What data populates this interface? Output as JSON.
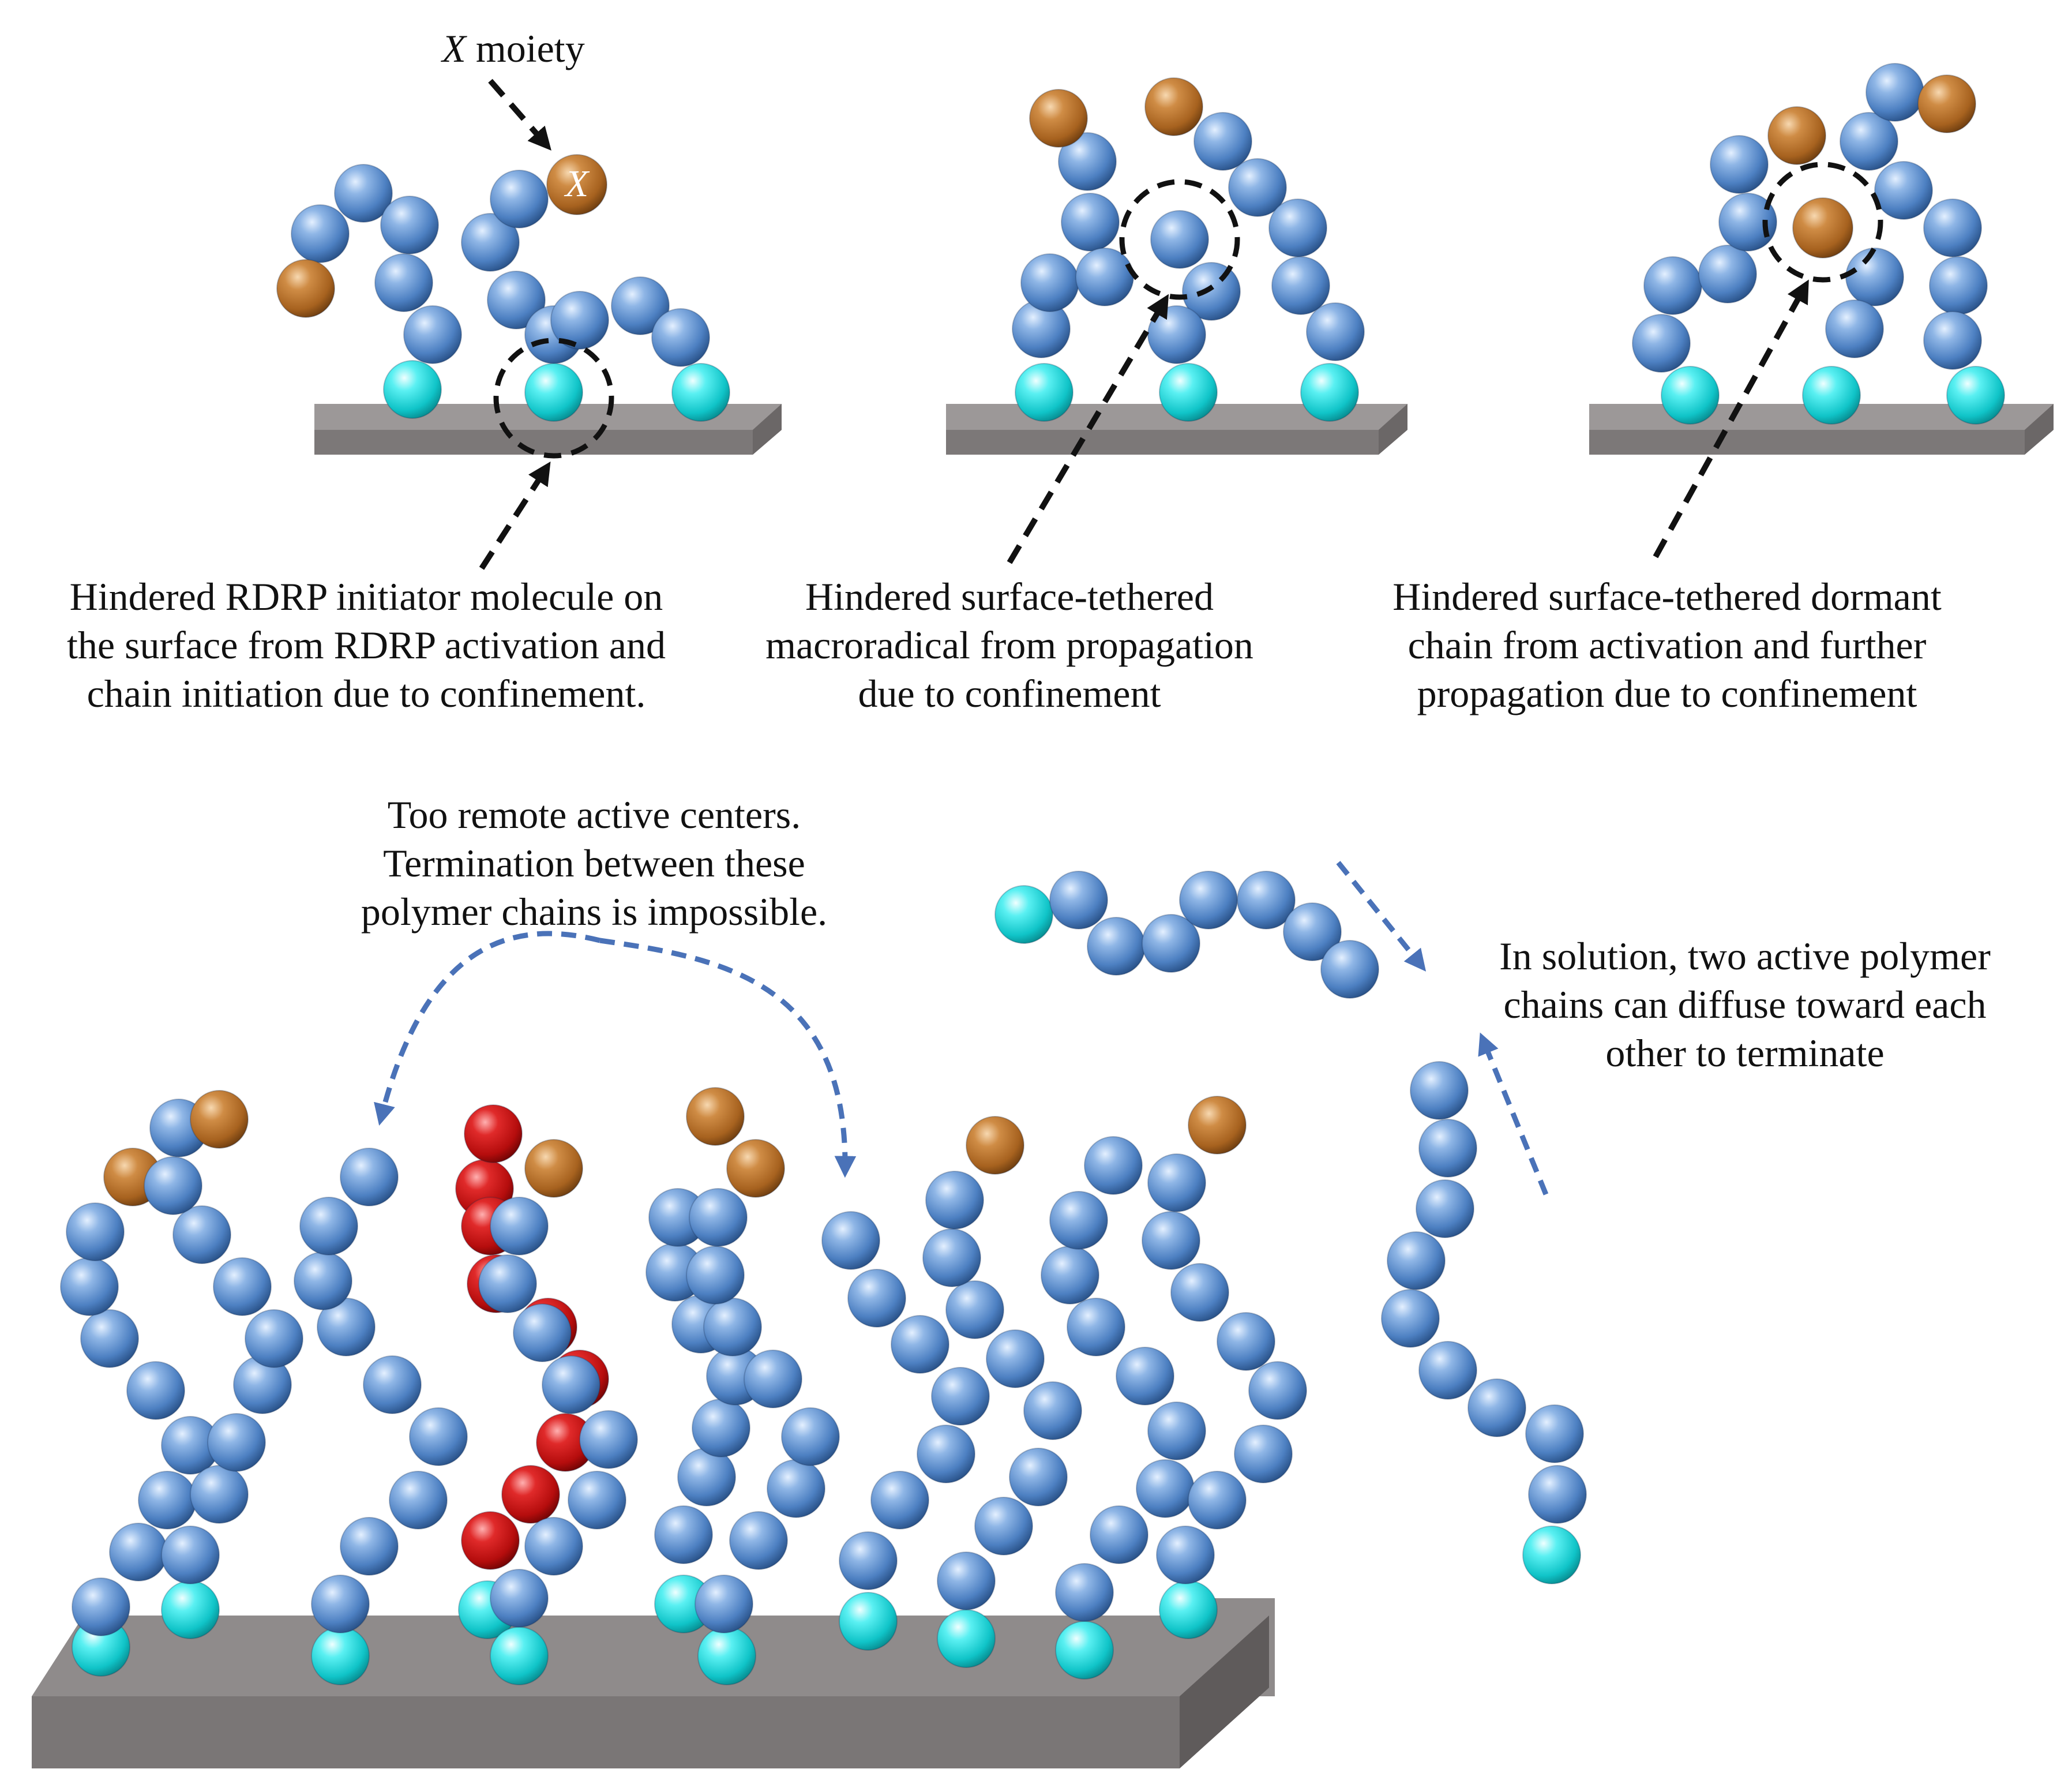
{
  "labels": {
    "x_moiety": {
      "var": "X",
      "rest": " moiety"
    },
    "x_marker": "X",
    "panel1": {
      "line1": "Hindered RDRP initiator molecule on",
      "line2": "the surface from RDRP activation and",
      "line3": "chain initiation due to confinement."
    },
    "panel2": {
      "line1": "Hindered surface-tethered",
      "line2": "macroradical from propagation",
      "line3": "due to confinement"
    },
    "panel3": {
      "line1": "Hindered surface-tethered dormant",
      "line2": "chain from activation and further",
      "line3": "propagation due to confinement"
    },
    "remote": {
      "line1": "Too remote active centers.",
      "line2": "Termination between these",
      "line3": "polymer chains is impossible."
    },
    "solution": {
      "line1": "In solution, two active polymer",
      "line2": "chains can diffuse toward each",
      "line3": "other to terminate"
    }
  },
  "colors": {
    "monomer": "#5b8fd0",
    "anchor": "#20d8dc",
    "end_group": "#b8722e",
    "highlight_chain": "#c81414",
    "surface_top": "#8e8a8a",
    "surface_front": "#6f6b6b",
    "arrow_black": "#111111",
    "arrow_blue": "#4a72b8"
  }
}
